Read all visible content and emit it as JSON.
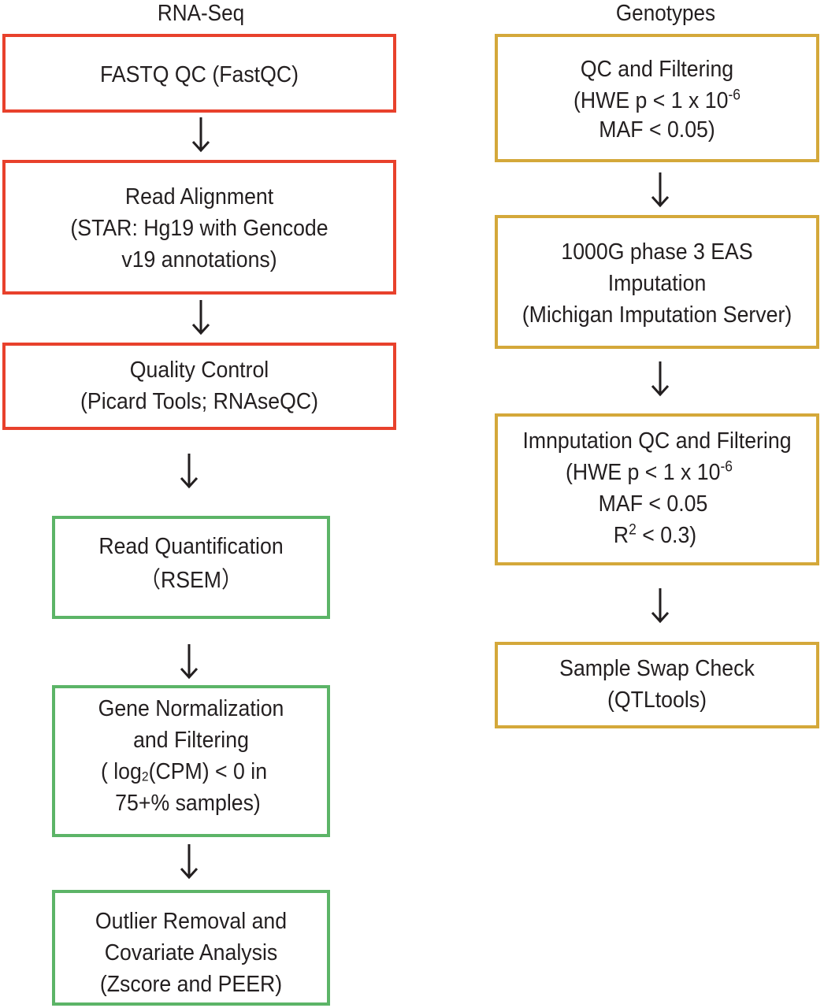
{
  "columns": {
    "rnaseq": {
      "title": "RNA-Seq"
    },
    "genotypes": {
      "title": "Genotypes"
    }
  },
  "colors": {
    "rnaseq_qc_border": "#e8412c",
    "rnaseq_quant_border": "#5cb467",
    "genotype_border": "#d4a83a",
    "arrow": "#231f20",
    "text": "#231f20"
  },
  "rna_boxes": [
    {
      "lines": [
        "FASTQ QC (FastQC)"
      ]
    },
    {
      "lines": [
        "Read Alignment",
        "(STAR: Hg19 with Gencode",
        "v19 annotations)"
      ]
    },
    {
      "lines": [
        "Quality Control",
        "(Picard Tools; RNAseQC)"
      ]
    },
    {
      "lines": [
        "Read Quantification",
        "（RSEM）"
      ]
    },
    {
      "lines": [
        "Gene Normalization",
        "and Filtering",
        "( log",
        "2",
        "(CPM) < 0 in",
        "75+% samples)"
      ]
    },
    {
      "lines": [
        "Outlier Removal and",
        "Covariate Analysis",
        "(Zscore and PEER)"
      ]
    }
  ],
  "geno_boxes": [
    {
      "lines": [
        "QC and Filtering",
        "(HWE p < 1 x 10",
        "-6",
        "MAF < 0.05)"
      ]
    },
    {
      "lines": [
        "1000G phase 3 EAS",
        "Imputation",
        "(Michigan Imputation Server)"
      ]
    },
    {
      "lines": [
        "Imnputation QC and Filtering",
        "(HWE p < 1 x 10",
        "-6",
        "MAF < 0.05",
        "R",
        "2",
        "< 0.3)"
      ]
    },
    {
      "lines": [
        "Sample Swap Check",
        "(QTLtools)"
      ]
    }
  ]
}
